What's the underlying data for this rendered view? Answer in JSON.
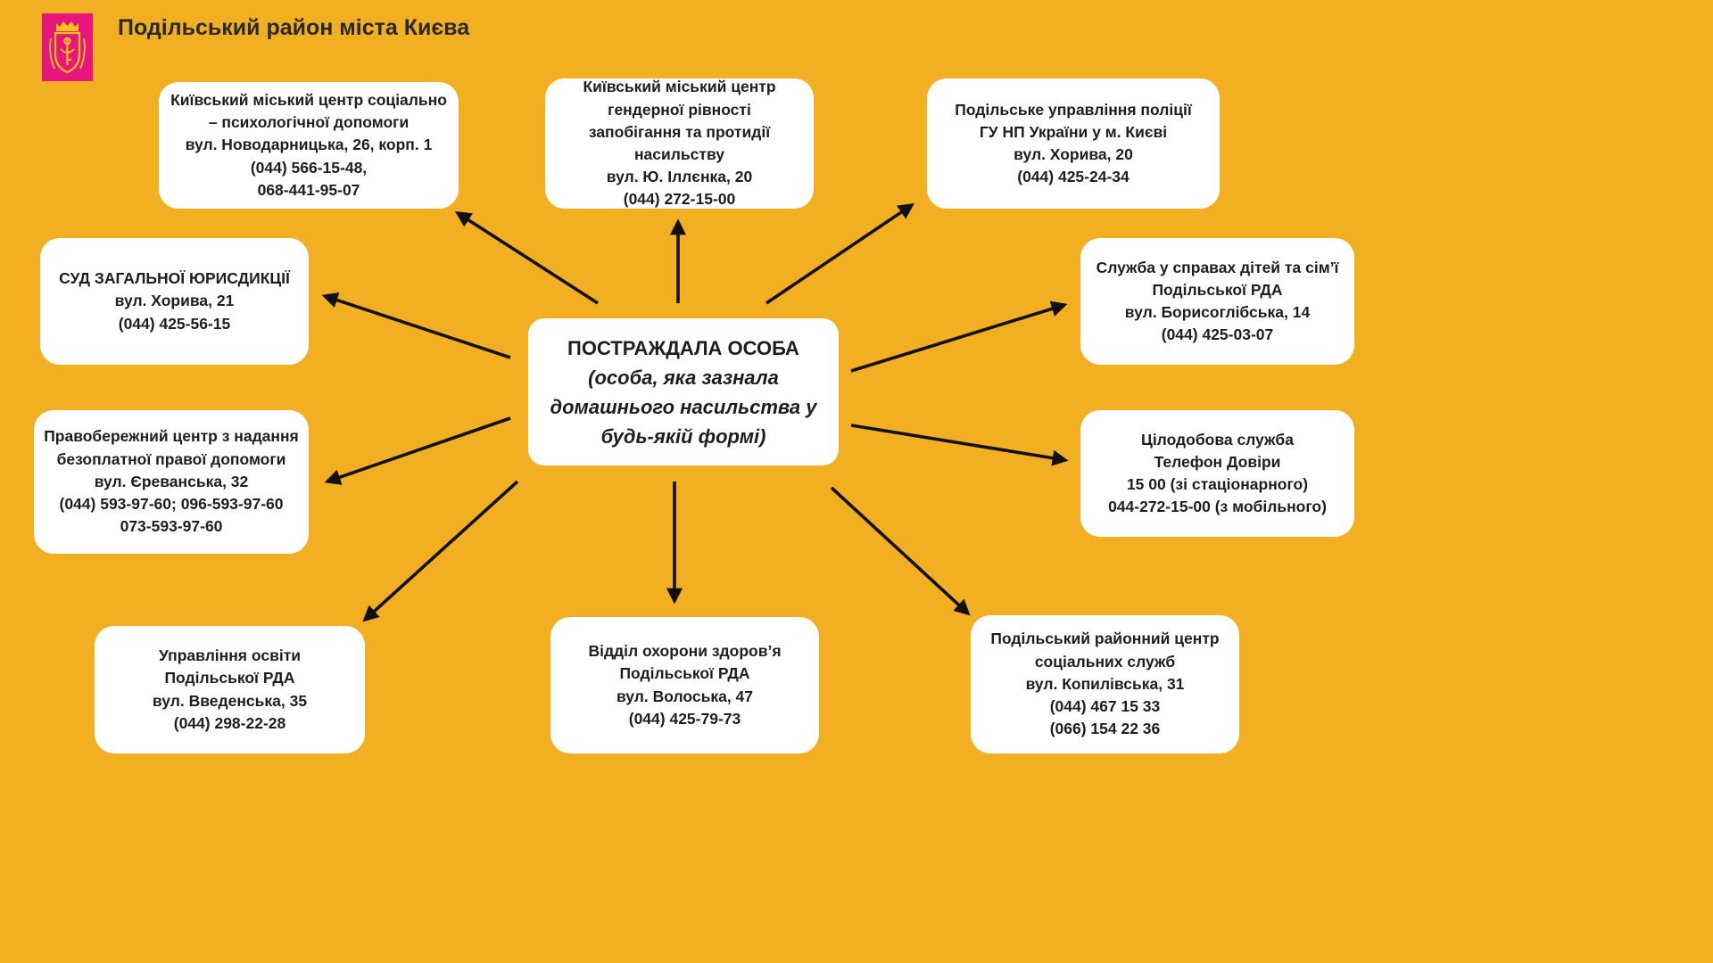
{
  "header": {
    "title": "Подільський район міста Києва"
  },
  "logo": {
    "icon": "district-coat-of-arms",
    "color": "#E8157C"
  },
  "colors": {
    "background": "#F2AF22",
    "box": "#FFFFFF",
    "arrow": "#111111"
  },
  "center": {
    "heading": "ПОСТРАЖДАЛА ОСОБА",
    "lines": [
      "(особа, яка зазнала",
      "домашнього насильства у",
      "будь-якій формі)"
    ]
  },
  "services": {
    "psych_help": [
      "Київський міський центр соціально",
      "– психологічної допомоги",
      "вул. Новодарницька, 26, корп. 1",
      "(044) 566-15-48,",
      "068-441-95-07"
    ],
    "gender_center": [
      "Київський міський центр",
      "гендерної рівності",
      "запобігання та протидії",
      "насильству",
      "вул. Ю. Іллєнка, 20",
      "(044) 272-15-00"
    ],
    "police": [
      "Подільське управління поліції",
      "ГУ НП України у м. Києві",
      "вул. Хорива, 20",
      "(044) 425-24-34"
    ],
    "court": [
      "СУД ЗАГАЛЬНОЇ ЮРИСДИКЦІЇ",
      "вул. Хорива, 21",
      "(044) 425-56-15"
    ],
    "children_service": [
      "Служба у справах дітей та сім’ї",
      "Подільської РДА",
      "вул. Борисоглібська, 14",
      "(044) 425-03-07"
    ],
    "legal_aid": [
      "Правобережний центр з надання",
      "безоплатної правої допомоги",
      "вул. Єреванська, 32",
      "(044) 593-97-60; 096-593-97-60",
      "073-593-97-60"
    ],
    "hotline": [
      "Цілодобова служба",
      "Телефон Довіри",
      "15 00 (зі стаціонарного)",
      "044-272-15-00 (з мобільного)"
    ],
    "education": [
      "Управління освіти",
      "Подільської РДА",
      "вул. Введенська, 35",
      "(044) 298-22-28"
    ],
    "health": [
      "Відділ охорони здоров’я",
      "Подільської РДА",
      "вул. Волоська, 47",
      "(044) 425-79-73"
    ],
    "social_center": [
      "Подільський районний центр",
      "соціальних служб",
      "вул. Копилівська, 31",
      "(044) 467 15 33",
      "(066) 154 22 36"
    ]
  }
}
